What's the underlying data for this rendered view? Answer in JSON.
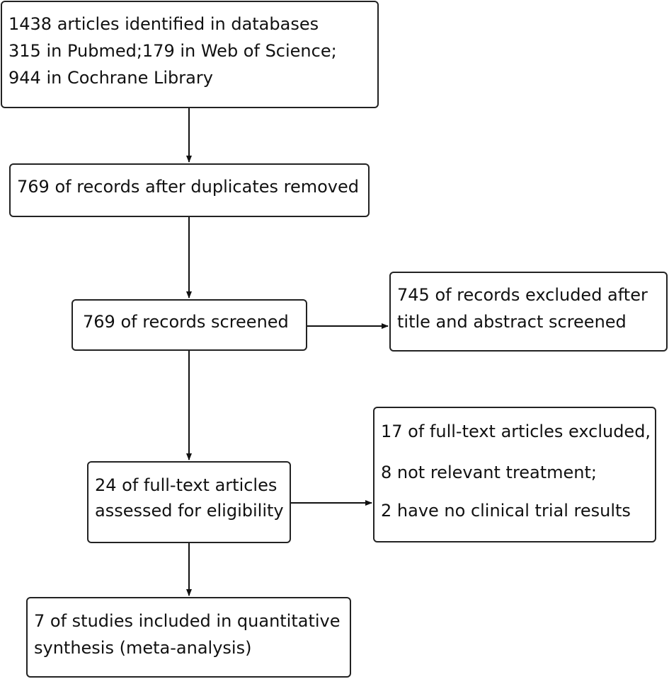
{
  "flowchart": {
    "identified": {
      "lines": [
        "1438 articles identified in databases",
        "315 in Pubmed;179 in Web of Science;",
        "944 in Cochrane Library"
      ]
    },
    "duplicates_removed": {
      "lines": [
        "769 of records after duplicates removed"
      ]
    },
    "screened": {
      "lines": [
        "769 of records screened"
      ]
    },
    "excluded_title_abstract": {
      "lines": [
        "745 of records excluded after",
        "title and abstract screened"
      ]
    },
    "full_text_assessed": {
      "lines": [
        "24 of full-text articles",
        "assessed for eligibility"
      ]
    },
    "full_text_excluded": {
      "lines": [
        "17 of full-text articles excluded,",
        "8 not relevant treatment;",
        "2 have no clinical trial results"
      ]
    },
    "included": {
      "lines": [
        "7 of studies included in quantitative",
        "synthesis (meta-analysis)"
      ]
    }
  }
}
